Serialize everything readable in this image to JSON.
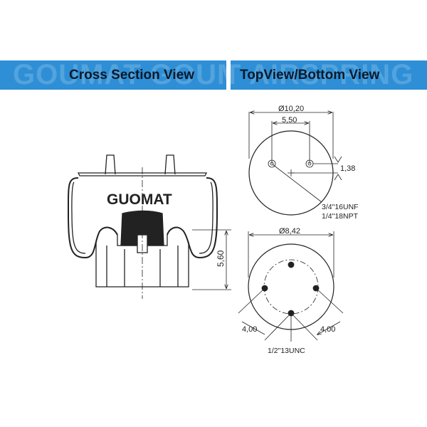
{
  "banners": {
    "left": {
      "title": "Cross Section View",
      "watermark": "GOUMAT GOUMAT"
    },
    "right": {
      "title": "TopView/Bottom View",
      "watermark": "T AIRSPRING"
    }
  },
  "cross_section": {
    "brand": "GUOMAT",
    "height_dim": "5,60"
  },
  "top_view": {
    "diameter": "Ø10,20",
    "stud_spacing": "5,50",
    "offset": "1,38",
    "thread1": "3/4\"16UNF",
    "thread2": "1/4\"18NPT"
  },
  "bottom_view": {
    "diameter": "Ø8,42",
    "left_dim": "4,00",
    "right_dim": "4,00",
    "thread": "1/2\"13UNC"
  }
}
